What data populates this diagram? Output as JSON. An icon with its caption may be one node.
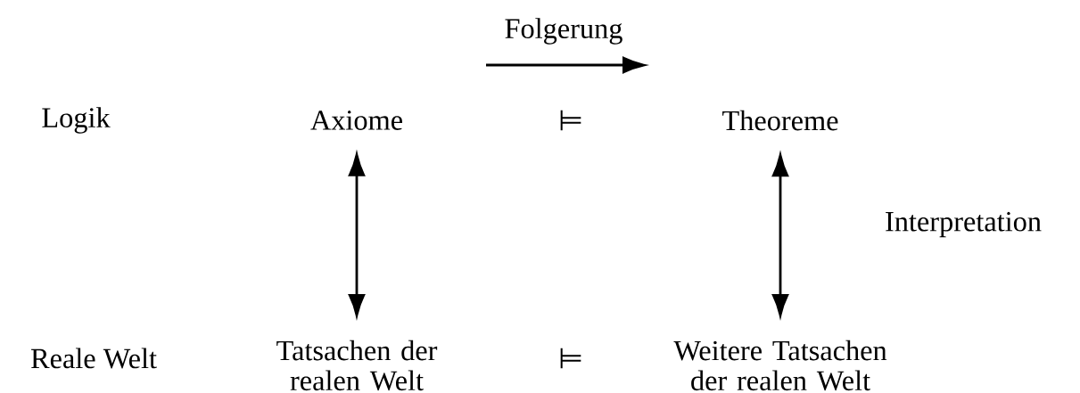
{
  "diagram": {
    "nodes": [
      {
        "text": [
          "Axiome"
        ]
      },
      {
        "text": [
          "Theoreme"
        ]
      },
      {
        "text": [
          "Tatsachen der realen Welt"
        ]
      },
      {
        "text": [
          "Weitere Tatsachen der realen Welt"
        ]
      }
    ],
    "edges": [
      {
        "from": 0,
        "to": 2,
        "arrow": "both"
      },
      {
        "from": 1,
        "to": 3,
        "arrow": "both"
      }
    ],
    "labels": [
      "Folgerung",
      "Logik",
      "⊨",
      "Interpretation",
      "Reale Welt",
      "⊨"
    ]
  }
}
